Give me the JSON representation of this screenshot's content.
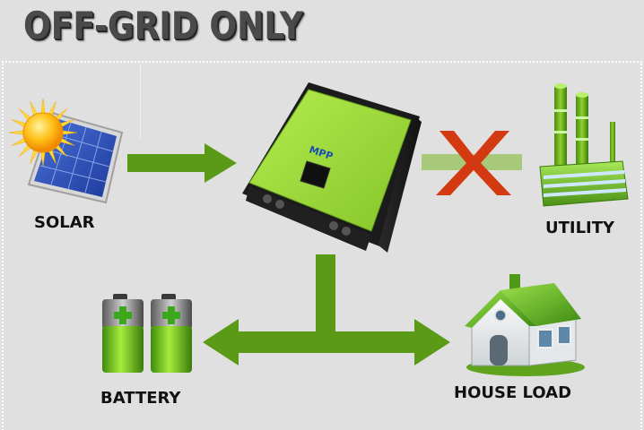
{
  "title": "OFF-GRID ONLY",
  "labels": {
    "solar": "SOLAR",
    "utility": "UTILITY",
    "battery": "BATTERY",
    "house_load": "HOUSE LOAD"
  },
  "colors": {
    "background": "#e0e0e0",
    "arrow_green": "#5b9a16",
    "inverter_green": "#95d530",
    "cross_red": "#d43a12",
    "title_gray": "#4a4a4a"
  },
  "icons": [
    "sun-icon",
    "solar-panel-icon",
    "inverter-icon",
    "cross-icon",
    "factory-icon",
    "battery-icon",
    "house-icon"
  ]
}
